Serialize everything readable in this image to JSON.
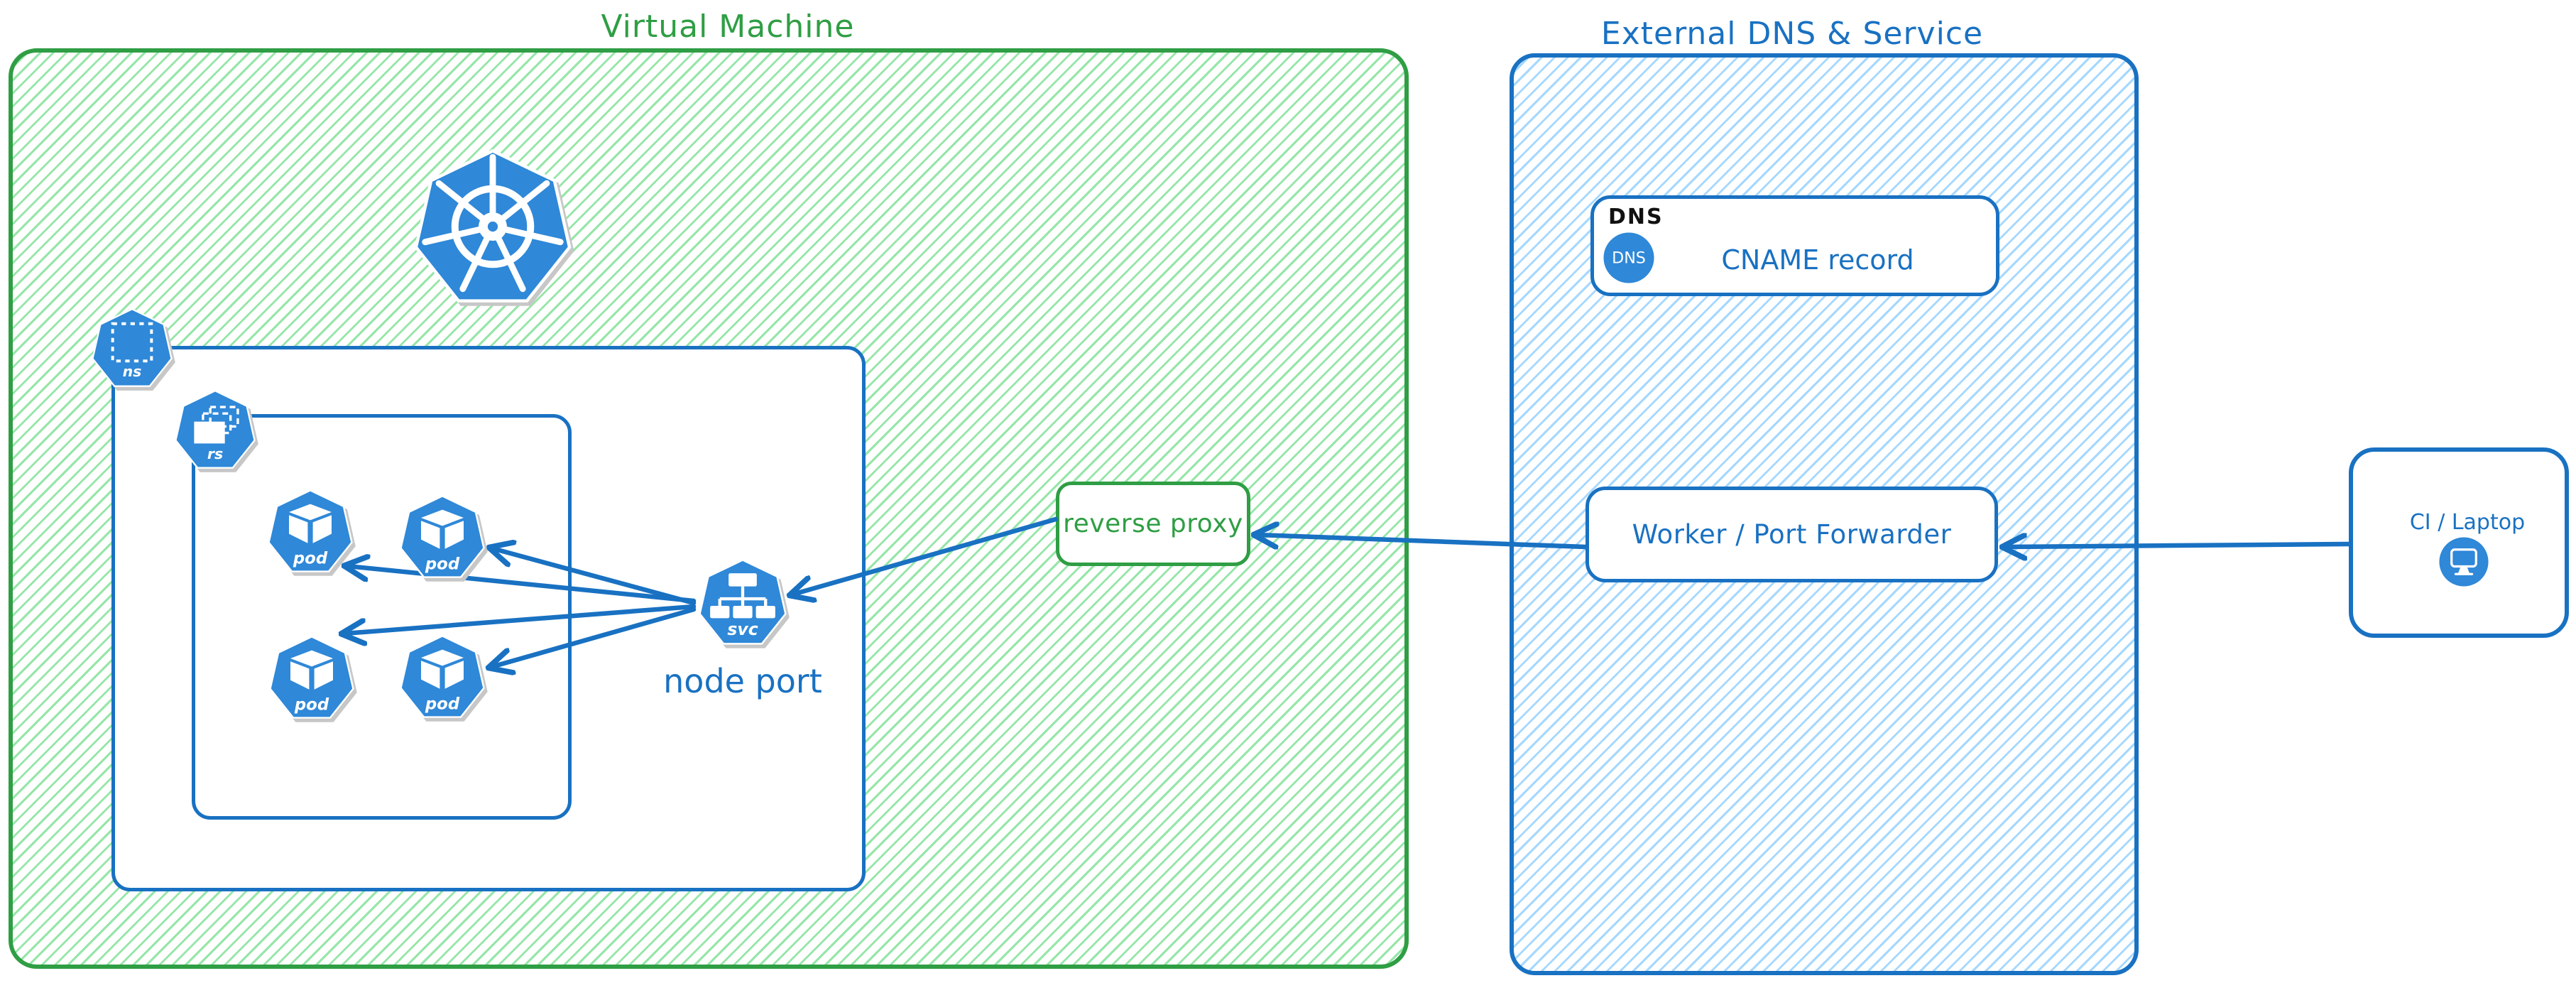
{
  "vm": {
    "title": "Virtual Machine"
  },
  "cluster": {
    "node_port_label": "node port",
    "icons": {
      "ns_label": "ns",
      "rs_label": "rs",
      "pod_label": "pod",
      "svc_label": "svc"
    }
  },
  "reverse_proxy": {
    "label": "reverse proxy"
  },
  "external": {
    "title": "External DNS & Service",
    "dns": {
      "tag": "DNS",
      "badge": "DNS",
      "record_label": "CNAME record"
    },
    "worker": {
      "label": "Worker / Port Forwarder"
    }
  },
  "ci": {
    "label": "CI / Laptop"
  },
  "colors": {
    "green": "#2f9e44",
    "green_hatch": "#96e6a8",
    "blue": "#1971c2",
    "blue_hatch": "#a5d8ff",
    "icon_blue": "#2f88d8",
    "ink": "#111111"
  }
}
